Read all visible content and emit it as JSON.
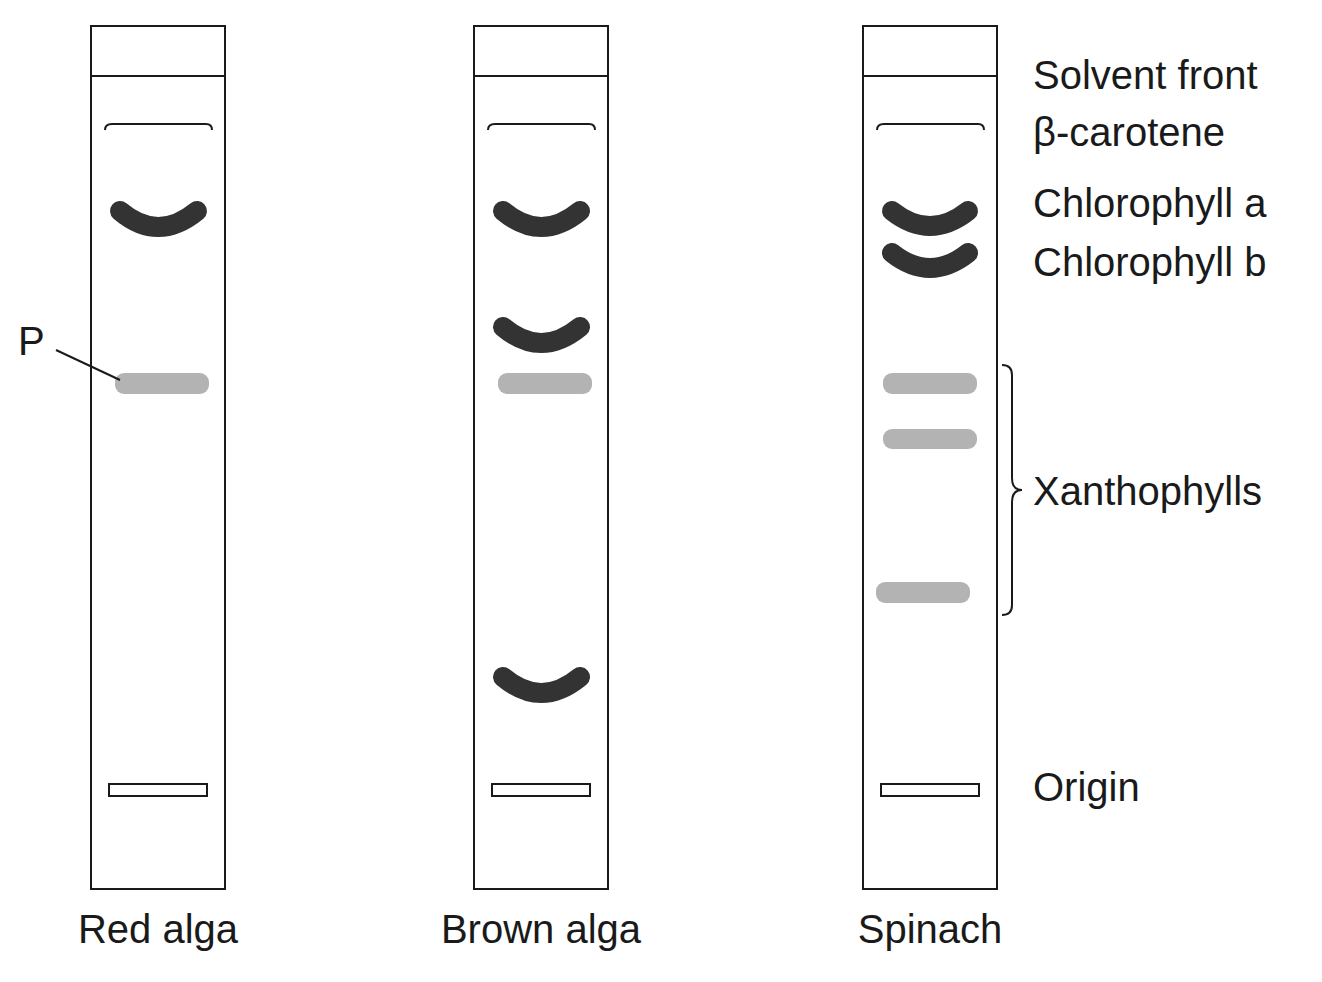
{
  "diagram": {
    "nodes": [
      {
        "text": [
          "Red alga"
        ]
      },
      {
        "text": [
          "Brown alga"
        ]
      },
      {
        "text": [
          "Spinach"
        ]
      }
    ],
    "labels": [
      "P",
      "Solvent front",
      "β-carotene",
      "Chlorophyll a",
      "Chlorophyll b",
      "Xanthophylls",
      "Origin"
    ]
  }
}
